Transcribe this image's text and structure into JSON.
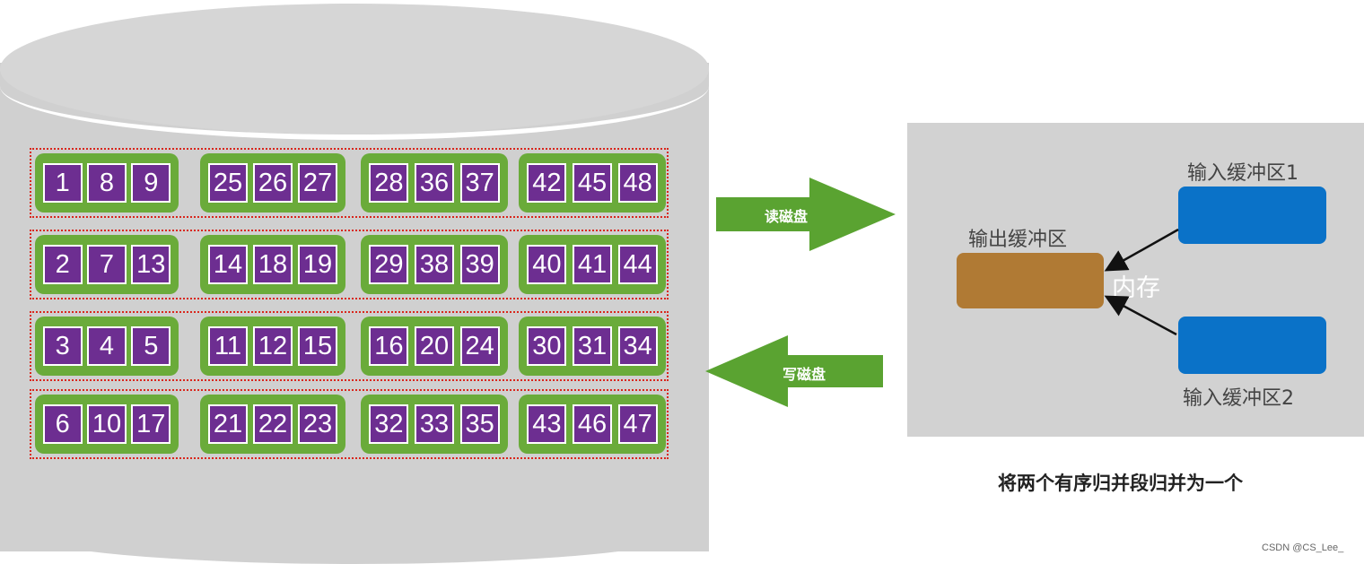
{
  "disk": {
    "runs": [
      [
        [
          "1",
          "8",
          "9"
        ],
        [
          "25",
          "26",
          "27"
        ],
        [
          "28",
          "36",
          "37"
        ],
        [
          "42",
          "45",
          "48"
        ]
      ],
      [
        [
          "2",
          "7",
          "13"
        ],
        [
          "14",
          "18",
          "19"
        ],
        [
          "29",
          "38",
          "39"
        ],
        [
          "40",
          "41",
          "44"
        ]
      ],
      [
        [
          "3",
          "4",
          "5"
        ],
        [
          "11",
          "12",
          "15"
        ],
        [
          "16",
          "20",
          "24"
        ],
        [
          "30",
          "31",
          "34"
        ]
      ],
      [
        [
          "6",
          "10",
          "17"
        ],
        [
          "21",
          "22",
          "23"
        ],
        [
          "32",
          "33",
          "35"
        ],
        [
          "43",
          "46",
          "47"
        ]
      ]
    ]
  },
  "arrows": {
    "read_label": "读磁盘",
    "write_label": "写磁盘"
  },
  "memory": {
    "label": "内存",
    "output_buffer_label": "输出缓冲区",
    "input_buffer_1_label": "输入缓冲区1",
    "input_buffer_2_label": "输入缓冲区2"
  },
  "caption": "将两个有序归并段归并为一个",
  "credit": "CSDN @CS_Lee_",
  "colors": {
    "cell": "#6d2e91",
    "group": "#6aab3a",
    "run_border": "#d9261c",
    "arrow": "#5aa331",
    "output_buffer": "#b07a34",
    "input_buffer": "#0a72c8",
    "memory_bg": "#d2d2d2",
    "disk": "#d0d0d0"
  }
}
